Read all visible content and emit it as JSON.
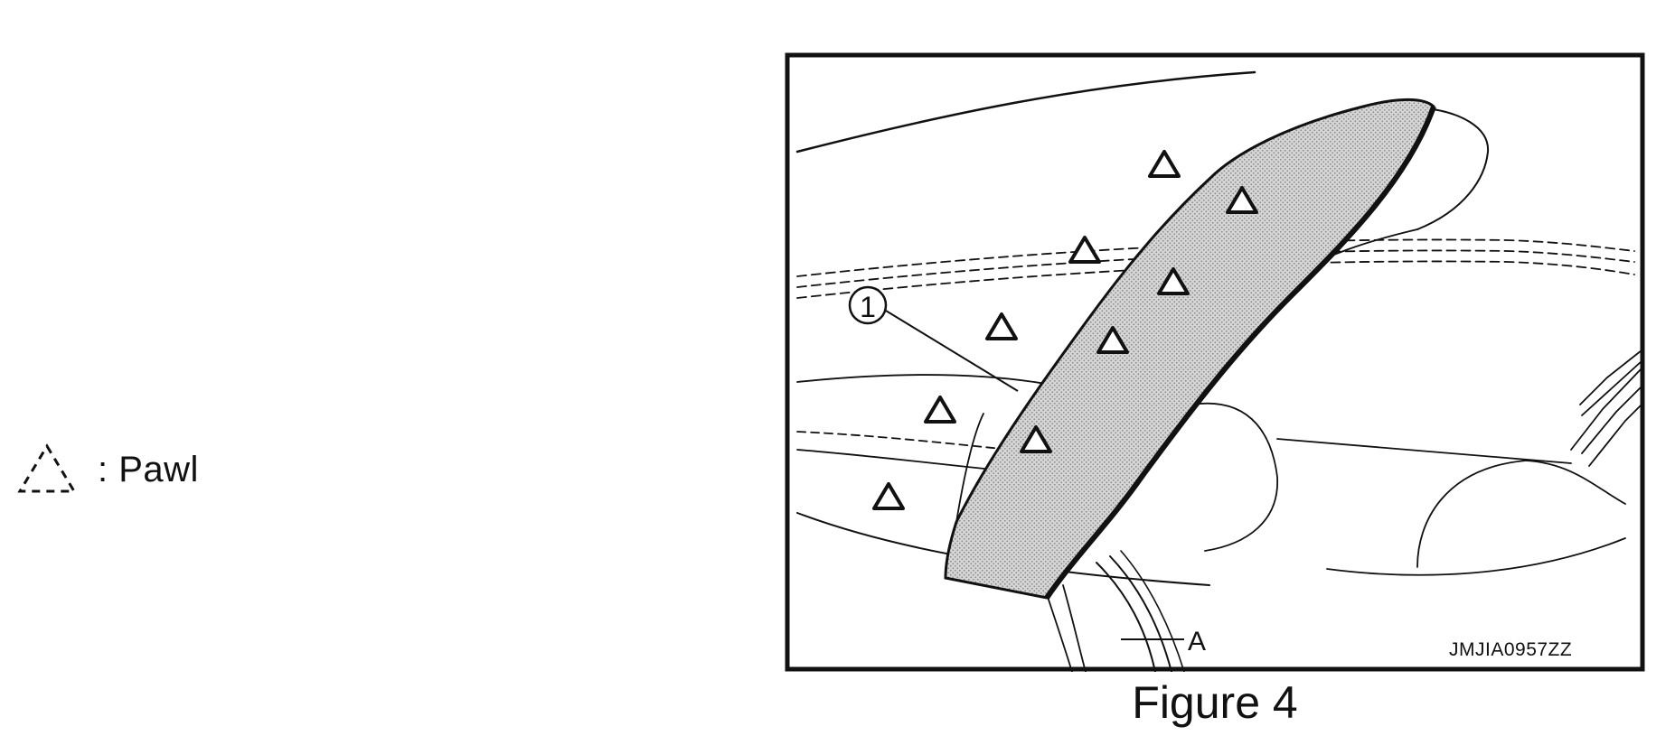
{
  "legend": {
    "symbol_icon": "dashed-triangle-pawl-icon",
    "label": ": Pawl"
  },
  "figure": {
    "callout_part": "1",
    "callout_letter": "A",
    "image_id": "JMJIA0957ZZ",
    "caption": "Figure 4"
  },
  "colors": {
    "ink": "#111111",
    "panel_fill": "#cfcfcf",
    "background": "#ffffff"
  }
}
